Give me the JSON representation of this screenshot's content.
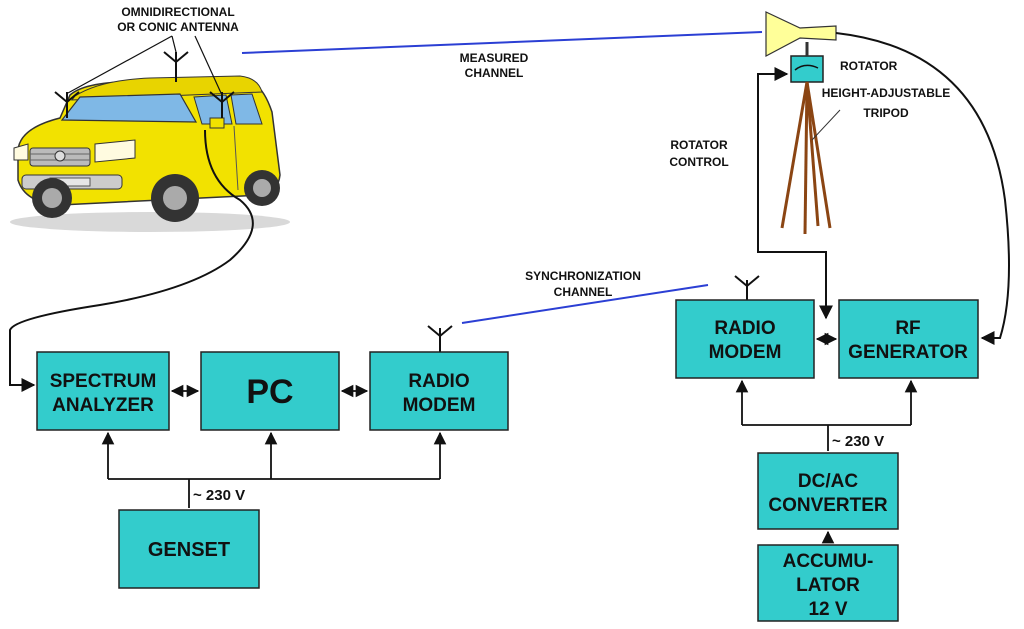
{
  "labels": {
    "antenna_line1": "OMNIDIRECTIONAL",
    "antenna_line2": "OR CONIC  ANTENNA",
    "measured_line1": "MEASURED",
    "measured_line2": "CHANNEL",
    "rotator": "ROTATOR",
    "tripod_line1": "HEIGHT-ADJUSTABLE",
    "tripod_line2": "TRIPOD",
    "rotator_ctrl_line1": "ROTATOR",
    "rotator_ctrl_line2": "CONTROL",
    "sync_line1": "SYNCHRONIZATION",
    "sync_line2": "CHANNEL",
    "voltage_left": "~ 230 V",
    "voltage_right": "~ 230 V"
  },
  "boxes": {
    "spectrum_analyzer": {
      "line1": "SPECTRUM",
      "line2": "ANALYZER"
    },
    "pc": {
      "line1": "PC"
    },
    "radio_modem_left": {
      "line1": "RADIO",
      "line2": "MODEM"
    },
    "genset": {
      "line1": "GENSET"
    },
    "radio_modem_right": {
      "line1": "RADIO",
      "line2": "MODEM"
    },
    "rf_generator": {
      "line1": "RF",
      "line2": "GENERATOR"
    },
    "dcac_converter": {
      "line1": "DC/AC",
      "line2": "CONVERTER"
    },
    "accumulator": {
      "line1": "ACCUMU-",
      "line2": "LATOR",
      "line3": "12 V"
    }
  },
  "colors": {
    "box_fill": "#33cccc",
    "box_stroke": "#222222",
    "channel_line": "#2b3fd4",
    "car_body": "#f2e200",
    "horn": "#ffff99",
    "tripod": "#8b4513"
  }
}
